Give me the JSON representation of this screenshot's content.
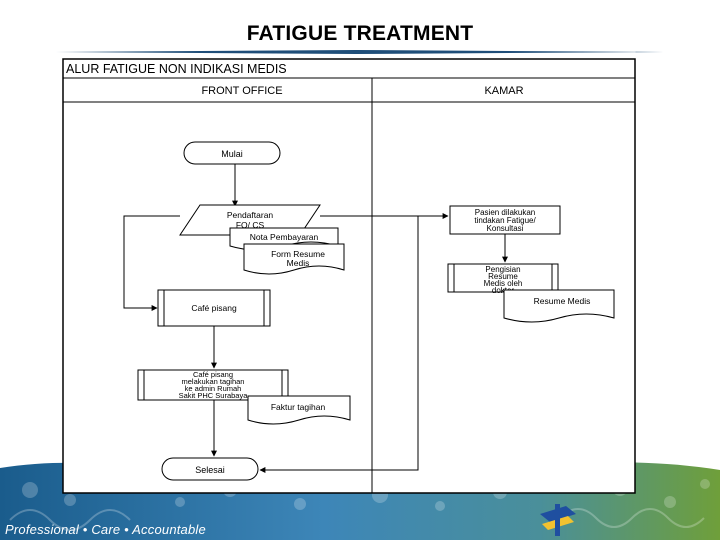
{
  "page": {
    "title": "FATIGUE TREATMENT"
  },
  "footer": {
    "tagline": "Professional • Care • Accountable"
  },
  "diagram": {
    "heading": "ALUR FATIGUE NON INDIKASI MEDIS",
    "lanes": {
      "front_office": "FRONT OFFICE",
      "kamar": "KAMAR"
    },
    "nodes": {
      "start": "Mulai",
      "registration_1": "Pendaftaran",
      "registration_2": "FO/ CS",
      "payment_note": "Nota Pembayaran",
      "resume_form_1": "Form Resume",
      "resume_form_2": "Medis",
      "cafe": "Café pisang",
      "billing_1": "Café pisang",
      "billing_2": "melakukan tagihan",
      "billing_3": "ke admin Rumah",
      "billing_4": "Sakit PHC Surabaya",
      "invoice": "Faktur tagihan",
      "end": "Selesai",
      "fatigue_1": "Pasien dilakukan",
      "fatigue_2": "tindakan Fatigue/",
      "fatigue_3": "Konsultasi",
      "fill_1": "Pengisian",
      "fill_2": "Resume",
      "fill_3": "Medis oleh",
      "fill_4": "dokter",
      "resume_doc": "Resume Medis"
    }
  },
  "colors": {
    "band_dark": "#1a5c8c",
    "band_mid": "#3d86b8",
    "band_green": "#6f9f3a",
    "rule": "#1f4e79",
    "logo_blue": "#1f4fa0",
    "logo_yellow": "#f2c230"
  }
}
